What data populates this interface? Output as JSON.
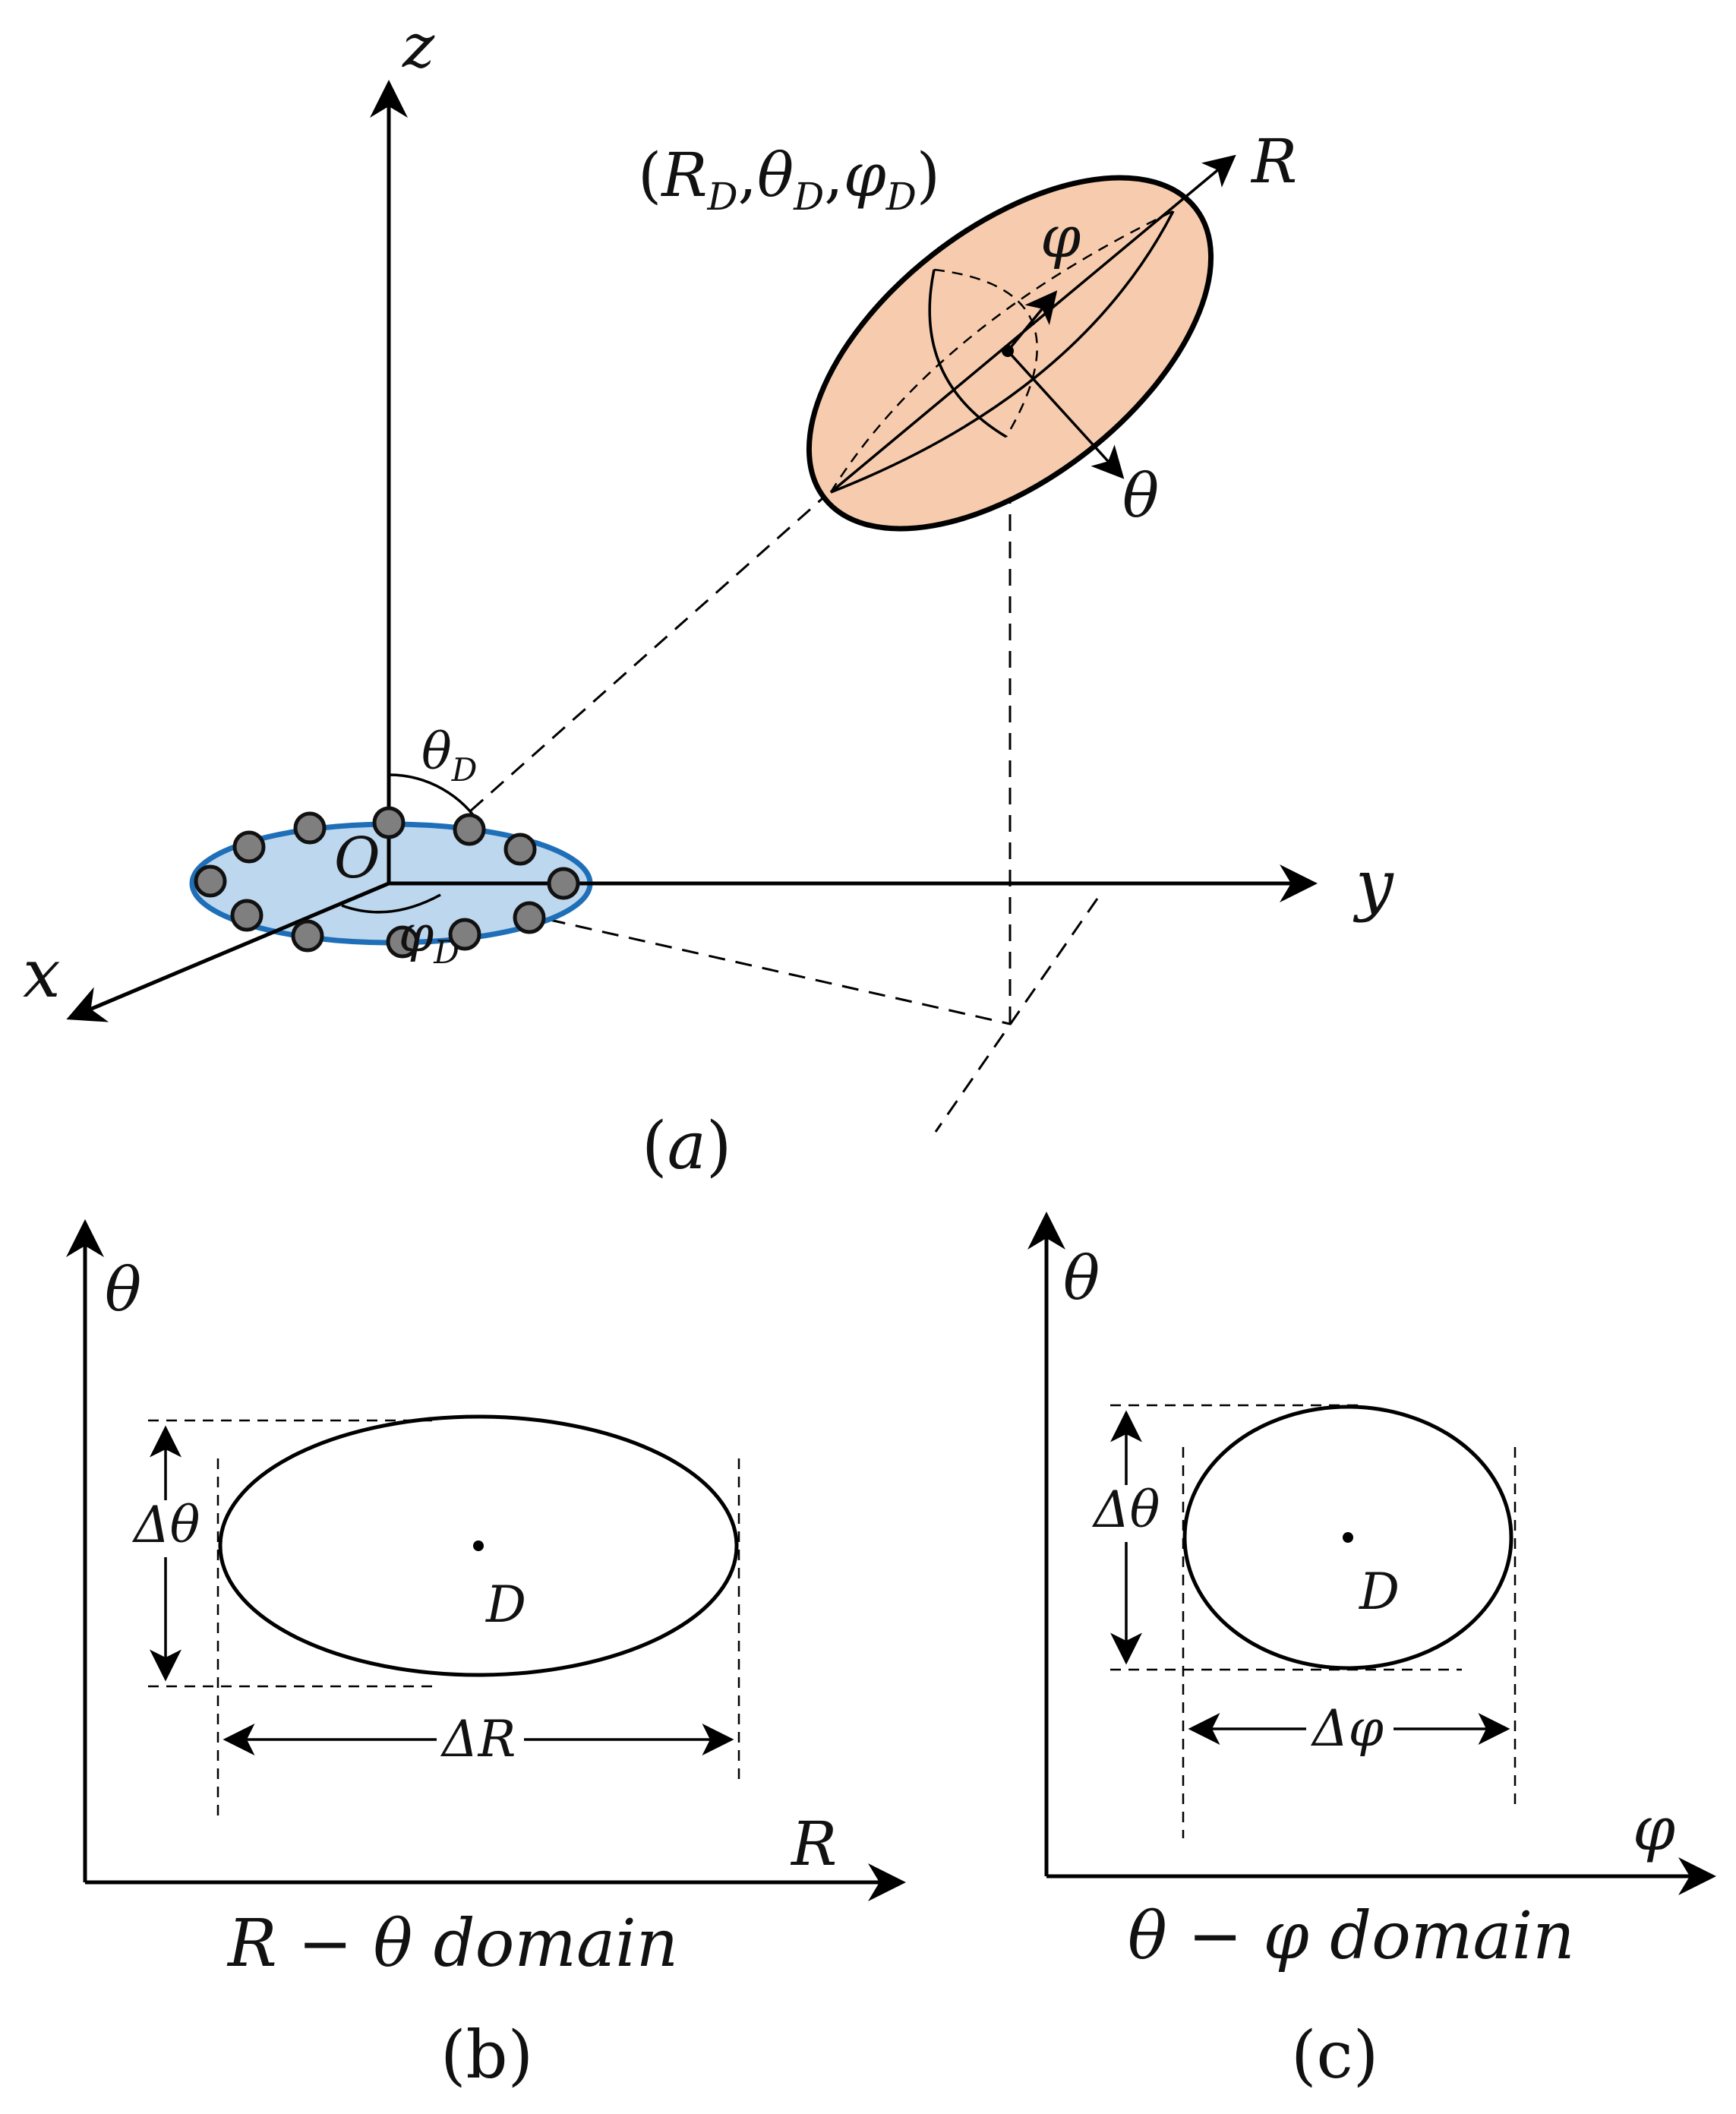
{
  "panel_a": {
    "axes": {
      "z": "z",
      "y": "y",
      "x": "x",
      "origin": "O",
      "R": "R",
      "theta": "θ",
      "phi": "φ"
    },
    "target_coord": {
      "open": "(",
      "R": "R",
      "Rsub": "D",
      "c1": ",",
      "th": "θ",
      "thsub": "D",
      "c2": ",",
      "ph": "φ",
      "phsub": "D",
      "close": ")"
    },
    "angle_theta": {
      "sym": "θ",
      "sub": "D"
    },
    "angle_phi": {
      "sym": "φ",
      "sub": "D"
    },
    "caption": {
      "open": "(",
      "letter": "a",
      "close": ")"
    },
    "colors": {
      "ellipsoid_fill": "#F7CCAE",
      "array_fill": "#BDD7EE",
      "array_stroke": "#1F6FB8",
      "element_fill": "#7F7F7F"
    }
  },
  "panel_b": {
    "axis_y": "θ",
    "axis_x": "R",
    "delta_theta": "Δθ",
    "delta_R": "ΔR",
    "center": "D",
    "title": "R − θ domain",
    "caption": "(b)"
  },
  "panel_c": {
    "axis_y": "θ",
    "axis_x": "φ",
    "delta_theta": "Δθ",
    "delta_phi": "Δφ",
    "center": "D",
    "title": "θ − φ domain",
    "caption": "(c)"
  }
}
